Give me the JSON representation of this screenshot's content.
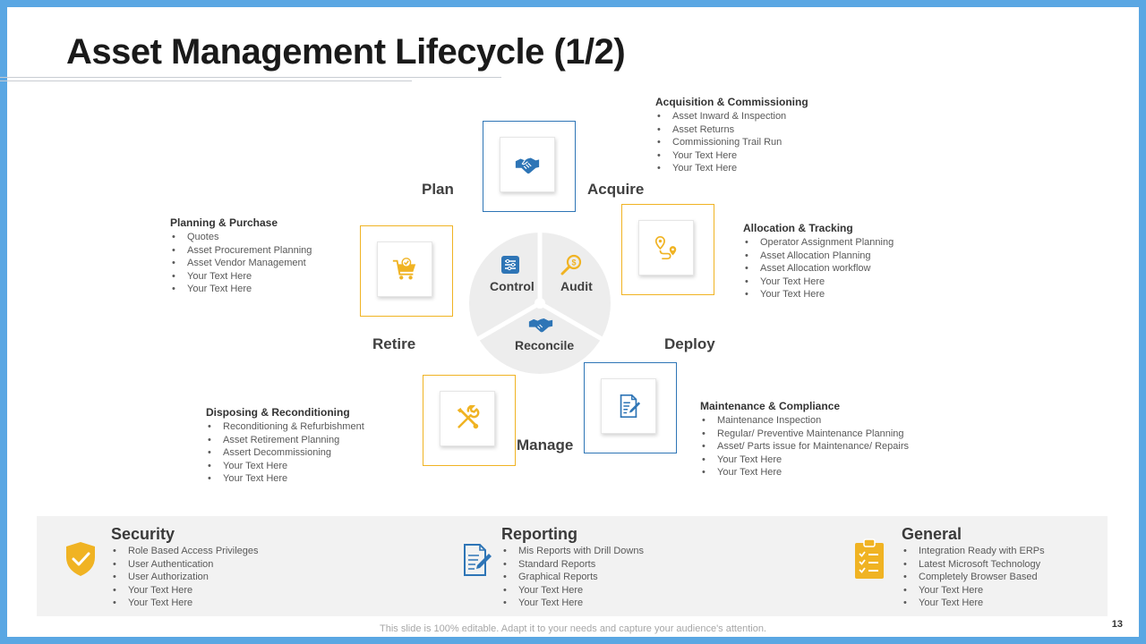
{
  "title": "Asset Management Lifecycle (1/2)",
  "colors": {
    "blue": "#2e75b6",
    "gold": "#f0b323",
    "wheel": "#ededed",
    "border": "#5aa7e3"
  },
  "stages": {
    "plan": {
      "label": "Plan",
      "icon": "cart-icon"
    },
    "acquire": {
      "label": "Acquire",
      "icon": "handshake-icon"
    },
    "deploy": {
      "label": "Deploy",
      "icon": "location-route-icon"
    },
    "manage": {
      "label": "Manage",
      "icon": "document-edit-icon"
    },
    "retire": {
      "label": "Retire",
      "icon": "tools-icon"
    }
  },
  "wheel": {
    "control": "Control",
    "audit": "Audit",
    "reconcile": "Reconcile"
  },
  "info": {
    "acquisition": {
      "title": "Acquisition & Commissioning",
      "items": [
        "Asset Inward & Inspection",
        "Asset Returns",
        "Commissioning  Trail Run",
        "Your Text Here",
        "Your Text Here"
      ]
    },
    "allocation": {
      "title": "Allocation & Tracking",
      "items": [
        "Operator Assignment Planning",
        "Asset Allocation  Planning",
        "Asset Allocation  workflow",
        "Your Text Here",
        "Your Text Here"
      ]
    },
    "planning": {
      "title": "Planning & Purchase",
      "items": [
        "Quotes",
        "Asset Procurement Planning",
        "Asset Vendor Management",
        "Your Text Here",
        "Your Text Here"
      ]
    },
    "maintenance": {
      "title": "Maintenance & Compliance",
      "items": [
        "Maintenance  Inspection",
        "Regular/ Preventive Maintenance  Planning",
        "Asset/ Parts issue  for Maintenance/ Repairs",
        "Your Text Here",
        "Your Text Here"
      ]
    },
    "disposing": {
      "title": "Disposing & Reconditioning",
      "items": [
        "Reconditioning  & Refurbishment",
        "Asset Retirement Planning",
        "Assert Decommissioning",
        "Your Text Here",
        "Your Text Here"
      ]
    }
  },
  "band": {
    "security": {
      "title": "Security",
      "icon": "shield-check-icon",
      "items": [
        "Role Based Access Privileges",
        "User Authentication",
        "User Authorization",
        "Your Text Here",
        "Your Text Here"
      ]
    },
    "reporting": {
      "title": "Reporting",
      "icon": "report-icon",
      "items": [
        "Mis Reports with Drill Downs",
        "Standard Reports",
        "Graphical  Reports",
        "Your Text Here",
        "Your Text Here"
      ]
    },
    "general": {
      "title": "General",
      "icon": "clipboard-check-icon",
      "items": [
        "Integration Ready with ERPs",
        "Latest Microsoft  Technology",
        "Completely Browser Based",
        "Your Text Here",
        "Your Text Here"
      ]
    }
  },
  "footer": "This slide is 100% editable. Adapt it to your needs and capture your audience's attention.",
  "page_number": "13"
}
